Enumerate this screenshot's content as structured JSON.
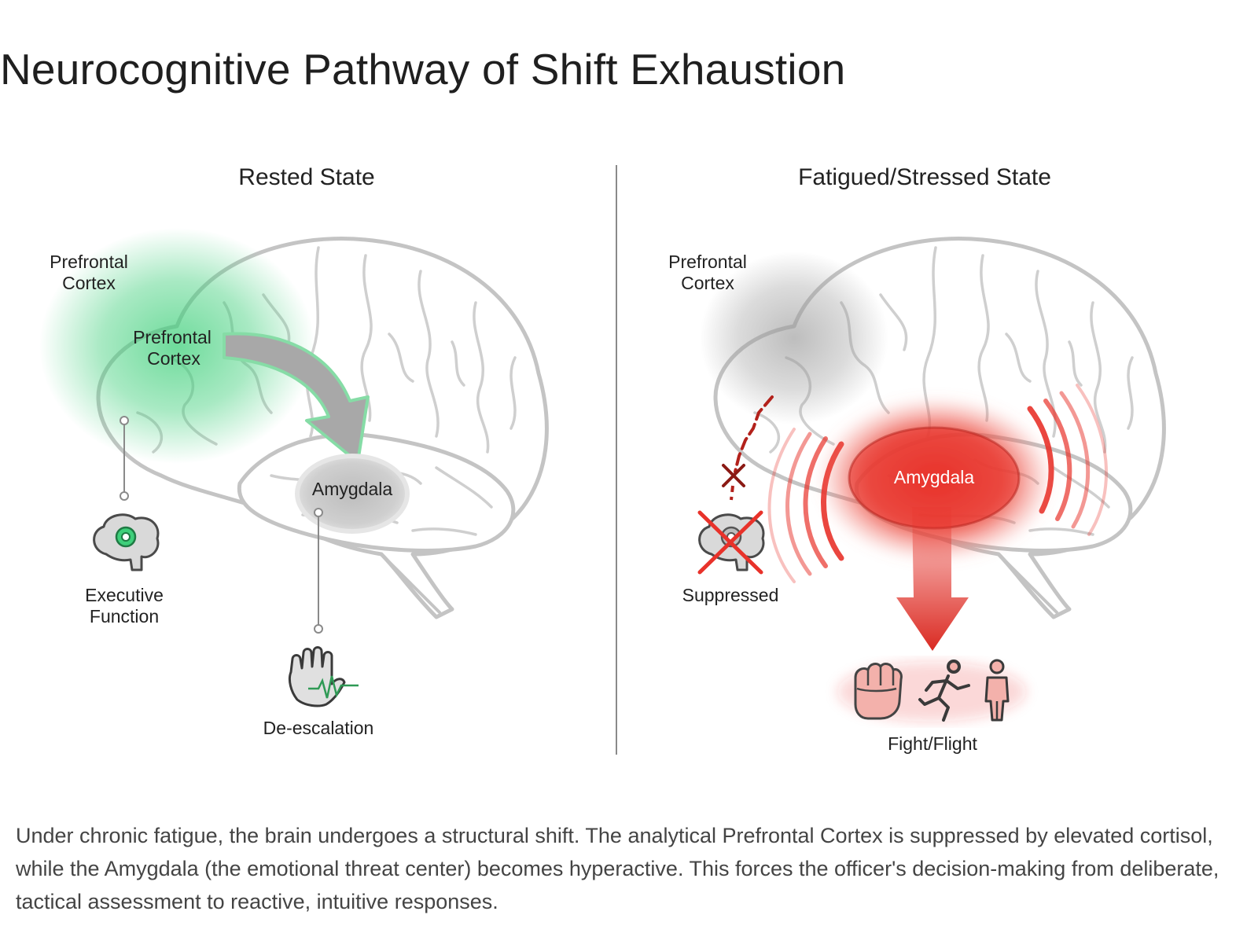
{
  "header": {
    "title": "Neurocognitive Pathway of Shift Exhaustion"
  },
  "diagram": {
    "rested": {
      "heading": "Rested State",
      "pfc_outer_line1": "Prefrontal",
      "pfc_outer_line2": "Cortex",
      "pfc_inner_line1": "Prefrontal",
      "pfc_inner_line2": "Cortex",
      "amygdala": "Amygdala",
      "exec_line1": "Executive",
      "exec_line2": "Function",
      "deescalation": "De-escalation"
    },
    "stressed": {
      "heading": "Fatigued/Stressed State",
      "pfc_line1": "Prefrontal",
      "pfc_line2": "Cortex",
      "amygdala": "Amygdala",
      "suppressed": "Suppressed",
      "fight_flight": "Fight/Flight"
    },
    "colors": {
      "calm": "#3ecf7a",
      "threat": "#e8322a",
      "muted": "#9a9a9a"
    }
  },
  "caption": "Under chronic fatigue, the brain undergoes a structural shift. The analytical Prefrontal Cortex is suppressed by elevated cortisol, while the Amygdala (the emotional threat center) becomes hyperactive. This forces the officer's decision-making from deliberate, tactical assessment to reactive, intuitive responses."
}
